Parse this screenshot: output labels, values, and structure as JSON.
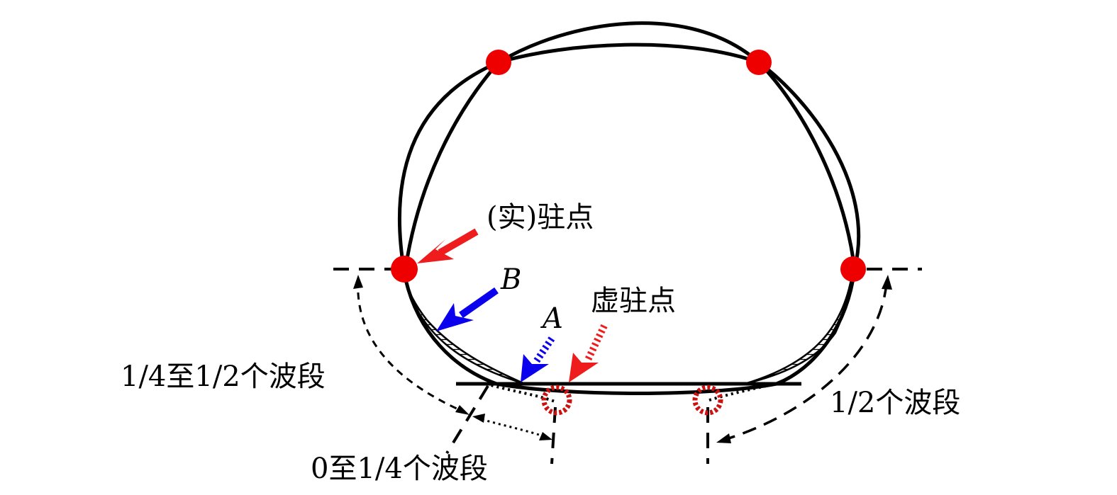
{
  "labels": {
    "real_stationary_point": "(实)驻点",
    "virtual_stationary_point": "虚驻点",
    "point_a": "A",
    "point_b": "B",
    "range_quarter_to_half": "1/4至1/2个波段",
    "range_half": "1/2个波段",
    "range_zero_to_quarter": "0至1/4个波段"
  },
  "colors": {
    "curve": "#000000",
    "stationary_point": "#ee0000",
    "arrow_real": "#ee1c1c",
    "arrow_b": "#0a00ee",
    "virtual_ring": "#cc1111"
  },
  "icons": {
    "real_point_marker": "filled-circle",
    "virtual_point_marker": "dashed-ring"
  }
}
